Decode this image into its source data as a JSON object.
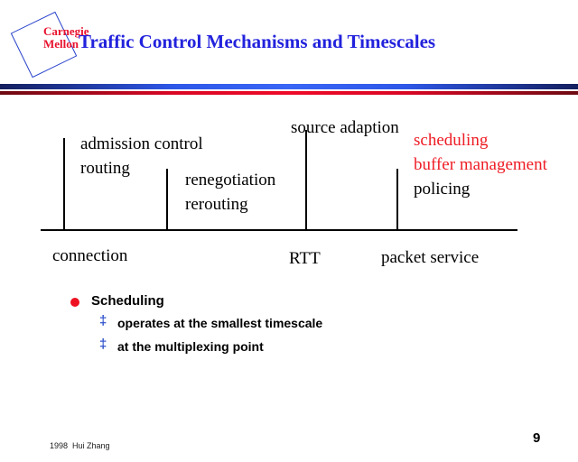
{
  "logo": {
    "line1": "Carnegie",
    "line2": "Mellon"
  },
  "title": "Traffic Control Mechanisms and Timescales",
  "diagram": {
    "admission_control": "admission control",
    "routing": "routing",
    "renegotiation": "renegotiation",
    "rerouting": "rerouting",
    "source_adaption": "source adaption",
    "scheduling": "scheduling",
    "buffer_management": "buffer management",
    "policing": "policing",
    "connection": "connection",
    "rtt": "RTT",
    "packet_service": "packet service"
  },
  "bullets": {
    "heading": "Scheduling",
    "marker": "‡",
    "items": [
      "operates at the smallest timescale",
      "at the multiplexing point"
    ]
  },
  "footer": "1998  Hui Zhang",
  "page_number": "9",
  "colors": {
    "title-blue": "#2222dd",
    "logo-red": "#e8112d",
    "highlight-red": "#ee1c25",
    "dagger-blue": "#3355cc",
    "bullet-red": "#ee1122"
  }
}
